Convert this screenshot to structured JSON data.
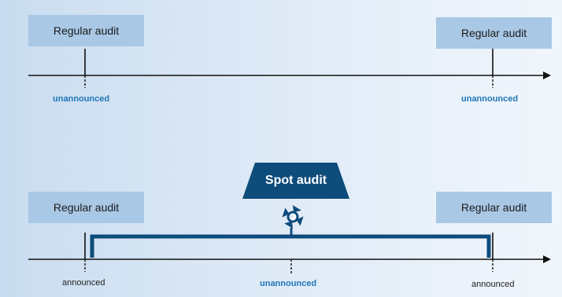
{
  "top_row": {
    "left_box": "Regular audit",
    "right_box": "Regular audit",
    "left_tag": "unannounced",
    "right_tag": "unannounced"
  },
  "bottom_row": {
    "left_box": "Regular audit",
    "right_box": "Regular audit",
    "spot_box": "Spot audit",
    "left_tag": "announced",
    "middle_tag": "unannounced",
    "right_tag": "announced"
  },
  "colors": {
    "box_fill": "#a9c8e6",
    "spot_fill": "#0e4c7c",
    "bracket": "#0e4c7c",
    "unannounced_text": "#1f77b8",
    "axis": "#111111"
  },
  "icons": [
    "spotlight-icon"
  ]
}
